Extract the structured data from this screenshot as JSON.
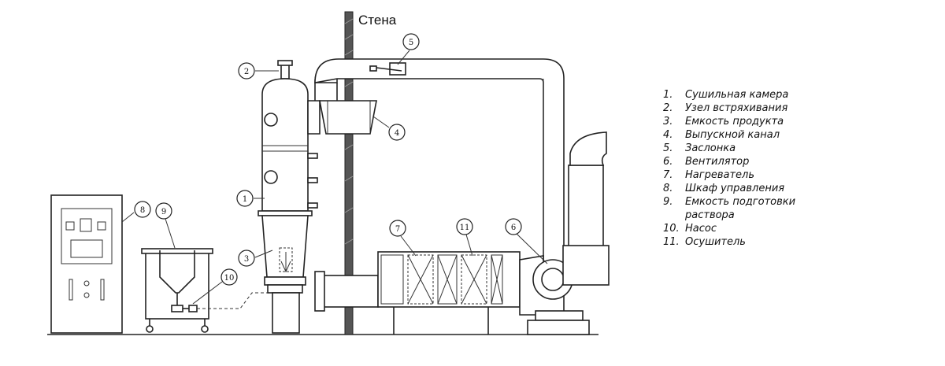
{
  "wall_label": "Стена",
  "callouts": [
    "1",
    "2",
    "3",
    "4",
    "5",
    "6",
    "7",
    "8",
    "9",
    "10",
    "11"
  ],
  "legend": [
    {
      "num": "1.",
      "text": "Сушильная камера"
    },
    {
      "num": "2.",
      "text": "Узел встряхивания"
    },
    {
      "num": "3.",
      "text": "Емкость продукта"
    },
    {
      "num": "4.",
      "text": "Выпускной канал"
    },
    {
      "num": "5.",
      "text": "Заслонка"
    },
    {
      "num": "6.",
      "text": "Вентилятор"
    },
    {
      "num": "7.",
      "text": "Нагреватель"
    },
    {
      "num": "8.",
      "text": "Шкаф управления"
    },
    {
      "num": "9.",
      "text": "Емкость подготовки раствора"
    },
    {
      "num": "10.",
      "text": "Насос"
    },
    {
      "num": "11.",
      "text": "Осушитель"
    }
  ]
}
